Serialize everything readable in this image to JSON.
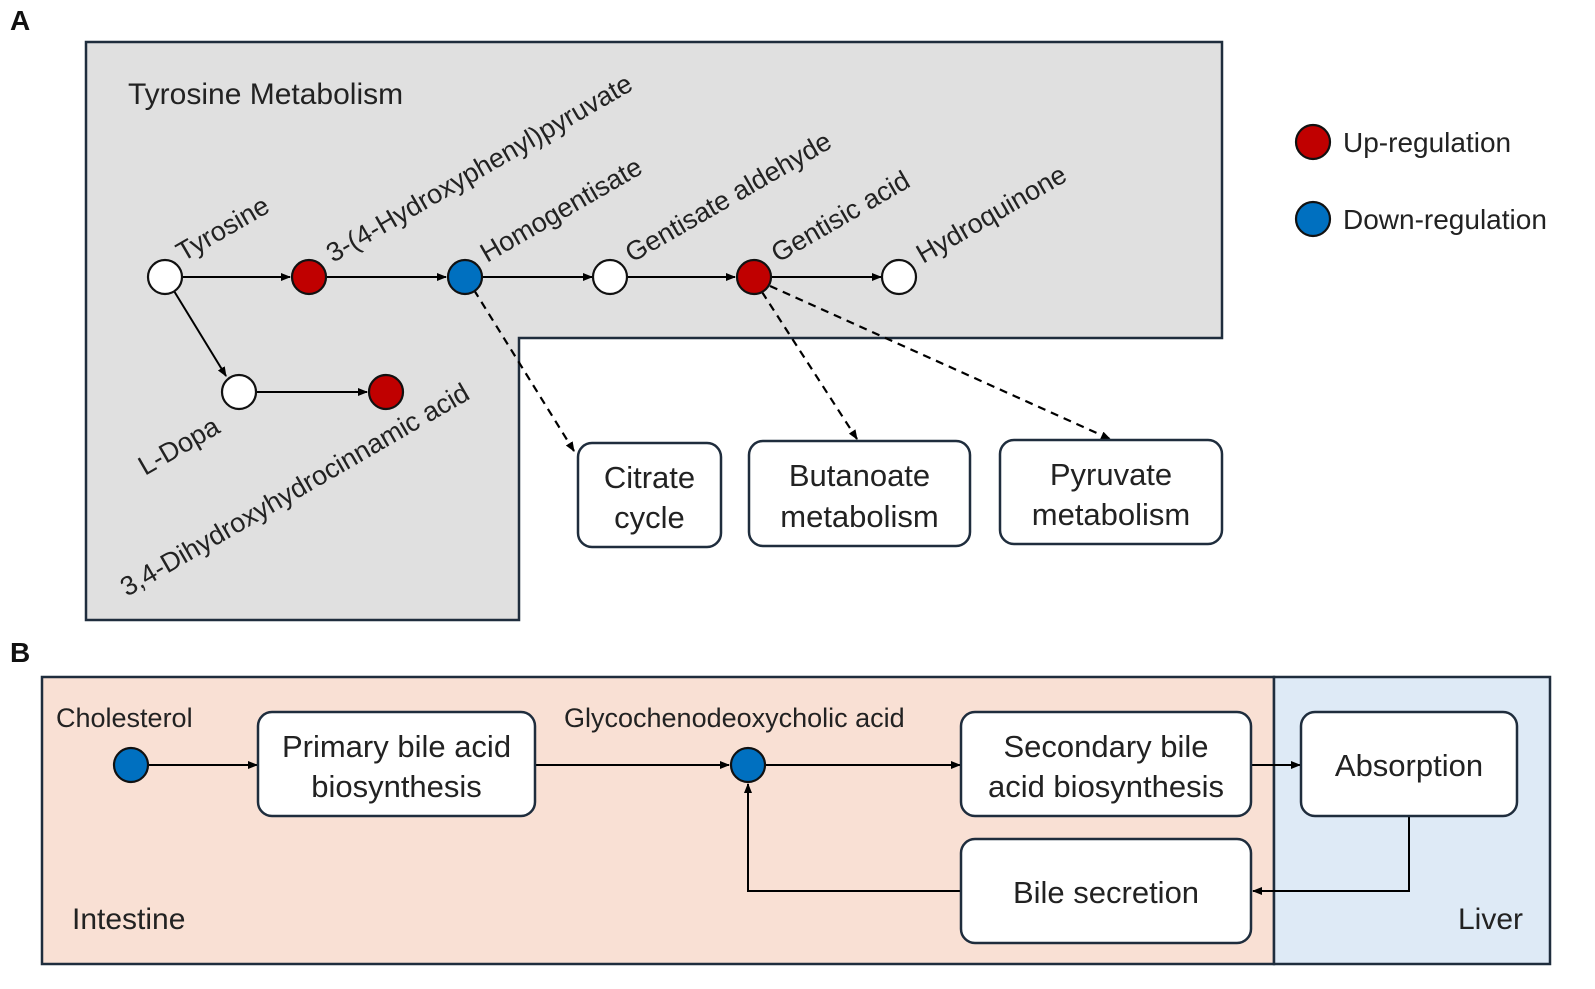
{
  "panels": {
    "a_label": "A",
    "b_label": "B"
  },
  "panel_a": {
    "title": "Tyrosine Metabolism",
    "nodes": {
      "tyrosine": "Tyrosine",
      "hpp": "3-(4-Hydroxyphenyl)pyruvate",
      "homogentisate": "Homogentisate",
      "gentisate_aldehyde": "Gentisate aldehyde",
      "gentisic_acid": "Gentisic acid",
      "hydroquinone": "Hydroquinone",
      "l_dopa": "L-Dopa",
      "dhhc": "3,4-Dihydroxyhydrocinnamic acid"
    },
    "boxes": {
      "citrate": [
        "Citrate",
        "cycle"
      ],
      "butanoate": [
        "Butanoate",
        "metabolism"
      ],
      "pyruvate": [
        "Pyruvate",
        "metabolism"
      ]
    }
  },
  "legend": {
    "up": "Up-regulation",
    "down": "Down-regulation"
  },
  "panel_b": {
    "nodes": {
      "cholesterol": "Cholesterol",
      "gcdca": "Glycochenodeoxycholic acid"
    },
    "boxes": {
      "primary": [
        "Primary bile acid",
        "biosynthesis"
      ],
      "secondary": [
        "Secondary bile",
        "acid biosynthesis"
      ],
      "absorption": [
        "Absorption"
      ],
      "bile_secretion": [
        "Bile secretion"
      ]
    },
    "regions": {
      "intestine": "Intestine",
      "liver": "Liver"
    }
  },
  "colors": {
    "up": "#c00000",
    "down": "#0070c0",
    "none": "#ffffff",
    "panel_a_bg": "#e0e0e0",
    "intestine_bg": "#f9e0d4",
    "liver_bg": "#deeaf6",
    "stroke": "#1f2d3d"
  }
}
